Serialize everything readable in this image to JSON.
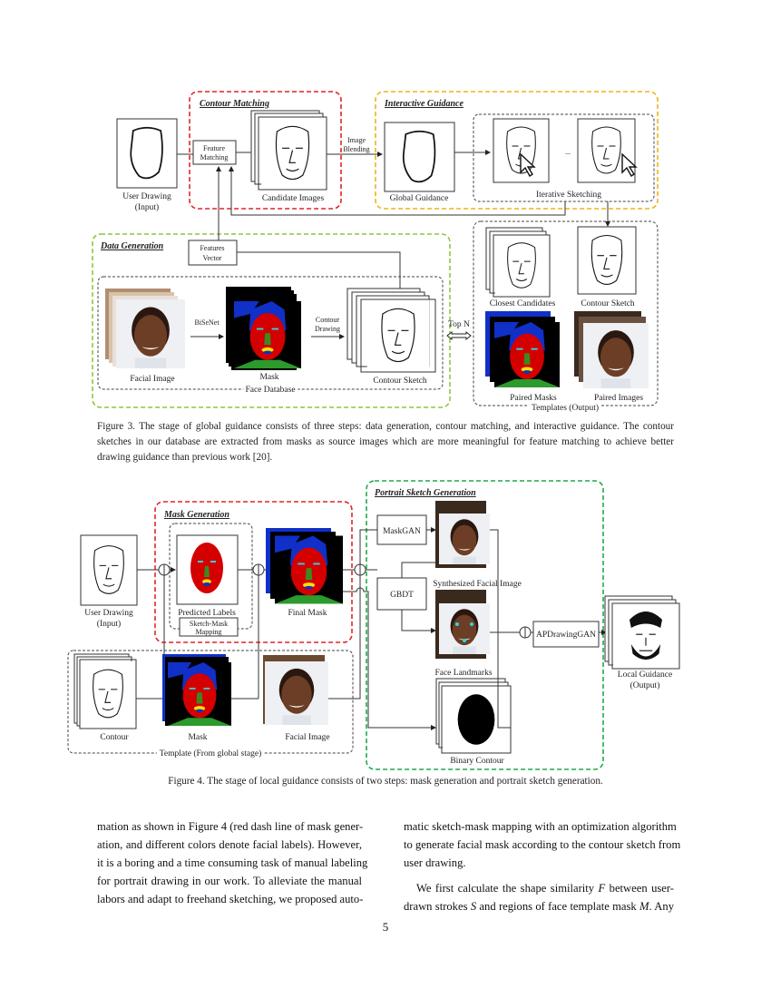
{
  "figure3": {
    "titles": {
      "contour_matching": "Contour Matching",
      "interactive_guidance": "Interactive Guidance",
      "data_generation": "Data Generation"
    },
    "labels": {
      "user_drawing": "User Drawing",
      "input": "(Input)",
      "feature_matching_1": "Feature",
      "feature_matching_2": "Matching",
      "candidate_images": "Candidate Images",
      "image_blending_1": "Image",
      "image_blending_2": "Blending",
      "global_guidance": "Global Guidance",
      "ellipsis": "...",
      "iterative_sketching": "Iterative Sketching",
      "features_vector_1": "Features",
      "features_vector_2": "Vector",
      "facial_image": "Facial Image",
      "bisenet": "BiSeNet",
      "mask": "Mask",
      "contour_drawing_1": "Contour",
      "contour_drawing_2": "Drawing",
      "contour_sketch": "Contour Sketch",
      "face_database": "Face Database",
      "top_n": "Top N",
      "closest_candidates": "Closest Candidates",
      "contour_sketch_out": "Contour Sketch",
      "paired_masks": "Paired Masks",
      "paired_images": "Paired Images",
      "templates_output": "Templates (Output)"
    },
    "caption": "Figure 3. The stage of global guidance consists of three steps: data generation, contour matching, and interactive guidance. The contour sketches in our database are extracted from masks as source images which are more meaningful for feature matching to achieve better drawing guidance than previous work [20]."
  },
  "figure4": {
    "titles": {
      "mask_generation": "Mask Generation",
      "portrait_sketch_generation": "Portrait Sketch Generation"
    },
    "labels": {
      "user_drawing": "User Drawing",
      "input": "(Input)",
      "predicted_labels": "Predicted Labels",
      "sketch_mask_1": "Sketch-Mask",
      "sketch_mask_2": "Mapping",
      "final_mask": "Final Mask",
      "maskgan": "MaskGAN",
      "gbdt": "GBDT",
      "synthesized": "Synthesized Facial Image",
      "face_landmarks": "Face Landmarks",
      "binary_contour": "Binary Contour",
      "apdrawinggan": "APDrawingGAN",
      "local_guidance": "Local Guidance",
      "output": "(Output)",
      "contour": "Contour",
      "mask": "Mask",
      "facial_image": "Facial Image",
      "template": "Template (From global stage)"
    },
    "caption": "Figure 4.  The stage of local guidance consists of two steps: mask generation and portrait sketch generation."
  },
  "body": {
    "left": [
      "mation as shown in Figure 4 (red dash line of mask gener-",
      "ation, and different colors denote facial labels).  However,",
      "it is a boring and a time consuming task of manual labeling",
      "for portrait drawing in our work.  To alleviate the manual",
      "labors and adapt to freehand sketching, we proposed auto-"
    ],
    "right": [
      "matic sketch-mask mapping with an optimization algorithm",
      "to generate facial mask according to the contour sketch from",
      "user drawing."
    ],
    "para2_line1": {
      "a": "We first calculate the shape similarity ",
      "F": "F",
      "b": " between user-"
    },
    "para2_line2": {
      "a": "drawn strokes ",
      "S": "S",
      "b": " and regions of face template mask ",
      "M": "M",
      "c": ". Any"
    }
  },
  "page_number": "5",
  "colors": {
    "contour_matching": "#e0242a",
    "interactive_guidance": "#f0b21a",
    "data_generation": "#8cc63f",
    "portrait_sketch": "#1faa4a",
    "mask_red": "#d40000",
    "mask_blue": "#1030c8"
  }
}
